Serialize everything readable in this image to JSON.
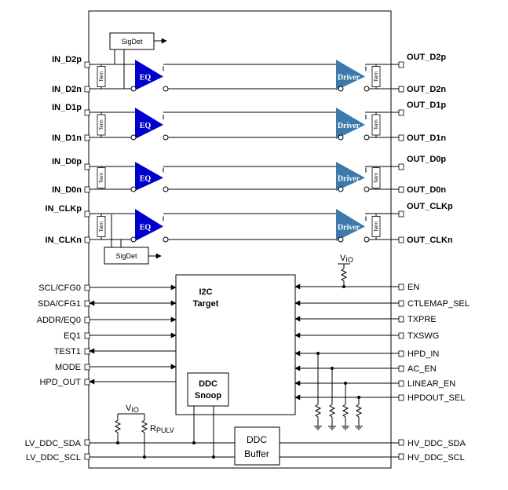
{
  "left_pins_hs": [
    {
      "p": "IN_D2p",
      "n": "IN_D2n"
    },
    {
      "p": "IN_D1p",
      "n": "IN_D1n"
    },
    {
      "p": "IN_D0p",
      "n": "IN_D0n"
    },
    {
      "p": "IN_CLKp",
      "n": "IN_CLKn"
    }
  ],
  "right_pins_hs": [
    {
      "p": "OUT_D2p",
      "n": "OUT_D2n"
    },
    {
      "p": "OUT_D1p",
      "n": "OUT_D1n"
    },
    {
      "p": "OUT_D0p",
      "n": "OUT_D0n"
    },
    {
      "p": "OUT_CLKp",
      "n": "OUT_CLKn"
    }
  ],
  "eq_label": "EQ",
  "driver_label": "Driver",
  "term_label": "Term",
  "sigdet_label": "SigDet",
  "left_ctrl_pins": [
    "SCL/CFG0",
    "SDA/CFG1",
    "ADDR/EQ0",
    "EQ1",
    "TEST1",
    "MODE",
    "HPD_OUT"
  ],
  "right_ctrl_pins": [
    "EN",
    "CTLEMAP_SEL",
    "TXPRE",
    "TXSWG",
    "HPD_IN",
    "AC_EN",
    "LINEAR_EN",
    "HPDOUT_SEL"
  ],
  "i2c_block": {
    "line1": "I2C",
    "line2": "Target"
  },
  "ddc_snoop": {
    "line1": "DDC",
    "line2": "Snoop"
  },
  "ddc_buffer": {
    "line1": "DDC",
    "line2": "Buffer"
  },
  "vio": {
    "main": "V",
    "sub": "IO"
  },
  "rpulv": {
    "main": "R",
    "sub": "PULV"
  },
  "bottom_left_pins": [
    "LV_DDC_SDA",
    "LV_DDC_SCL"
  ],
  "bottom_right_pins": [
    "HV_DDC_SDA",
    "HV_DDC_SCL"
  ],
  "colors": {
    "eq_fill": "#0000cc",
    "driver_fill": "#3d79aa"
  }
}
